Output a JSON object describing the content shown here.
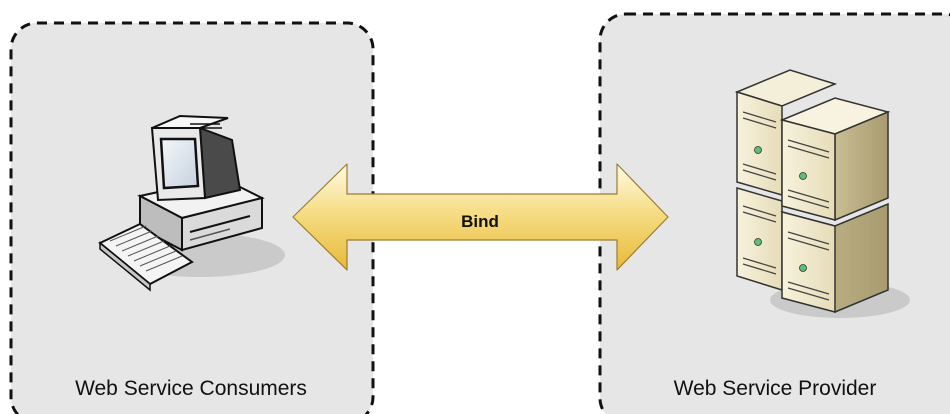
{
  "diagram": {
    "left_box": {
      "label": "Web Service Consumers",
      "icon": "desktop-computer-icon"
    },
    "right_box": {
      "label": "Web Service Provider",
      "icon": "server-cluster-icon"
    },
    "connector": {
      "label": "Bind",
      "type": "double-headed-arrow",
      "color": "#F0CE5C"
    },
    "colors": {
      "box_fill": "#E6E6E6",
      "box_border": "#111111"
    }
  }
}
